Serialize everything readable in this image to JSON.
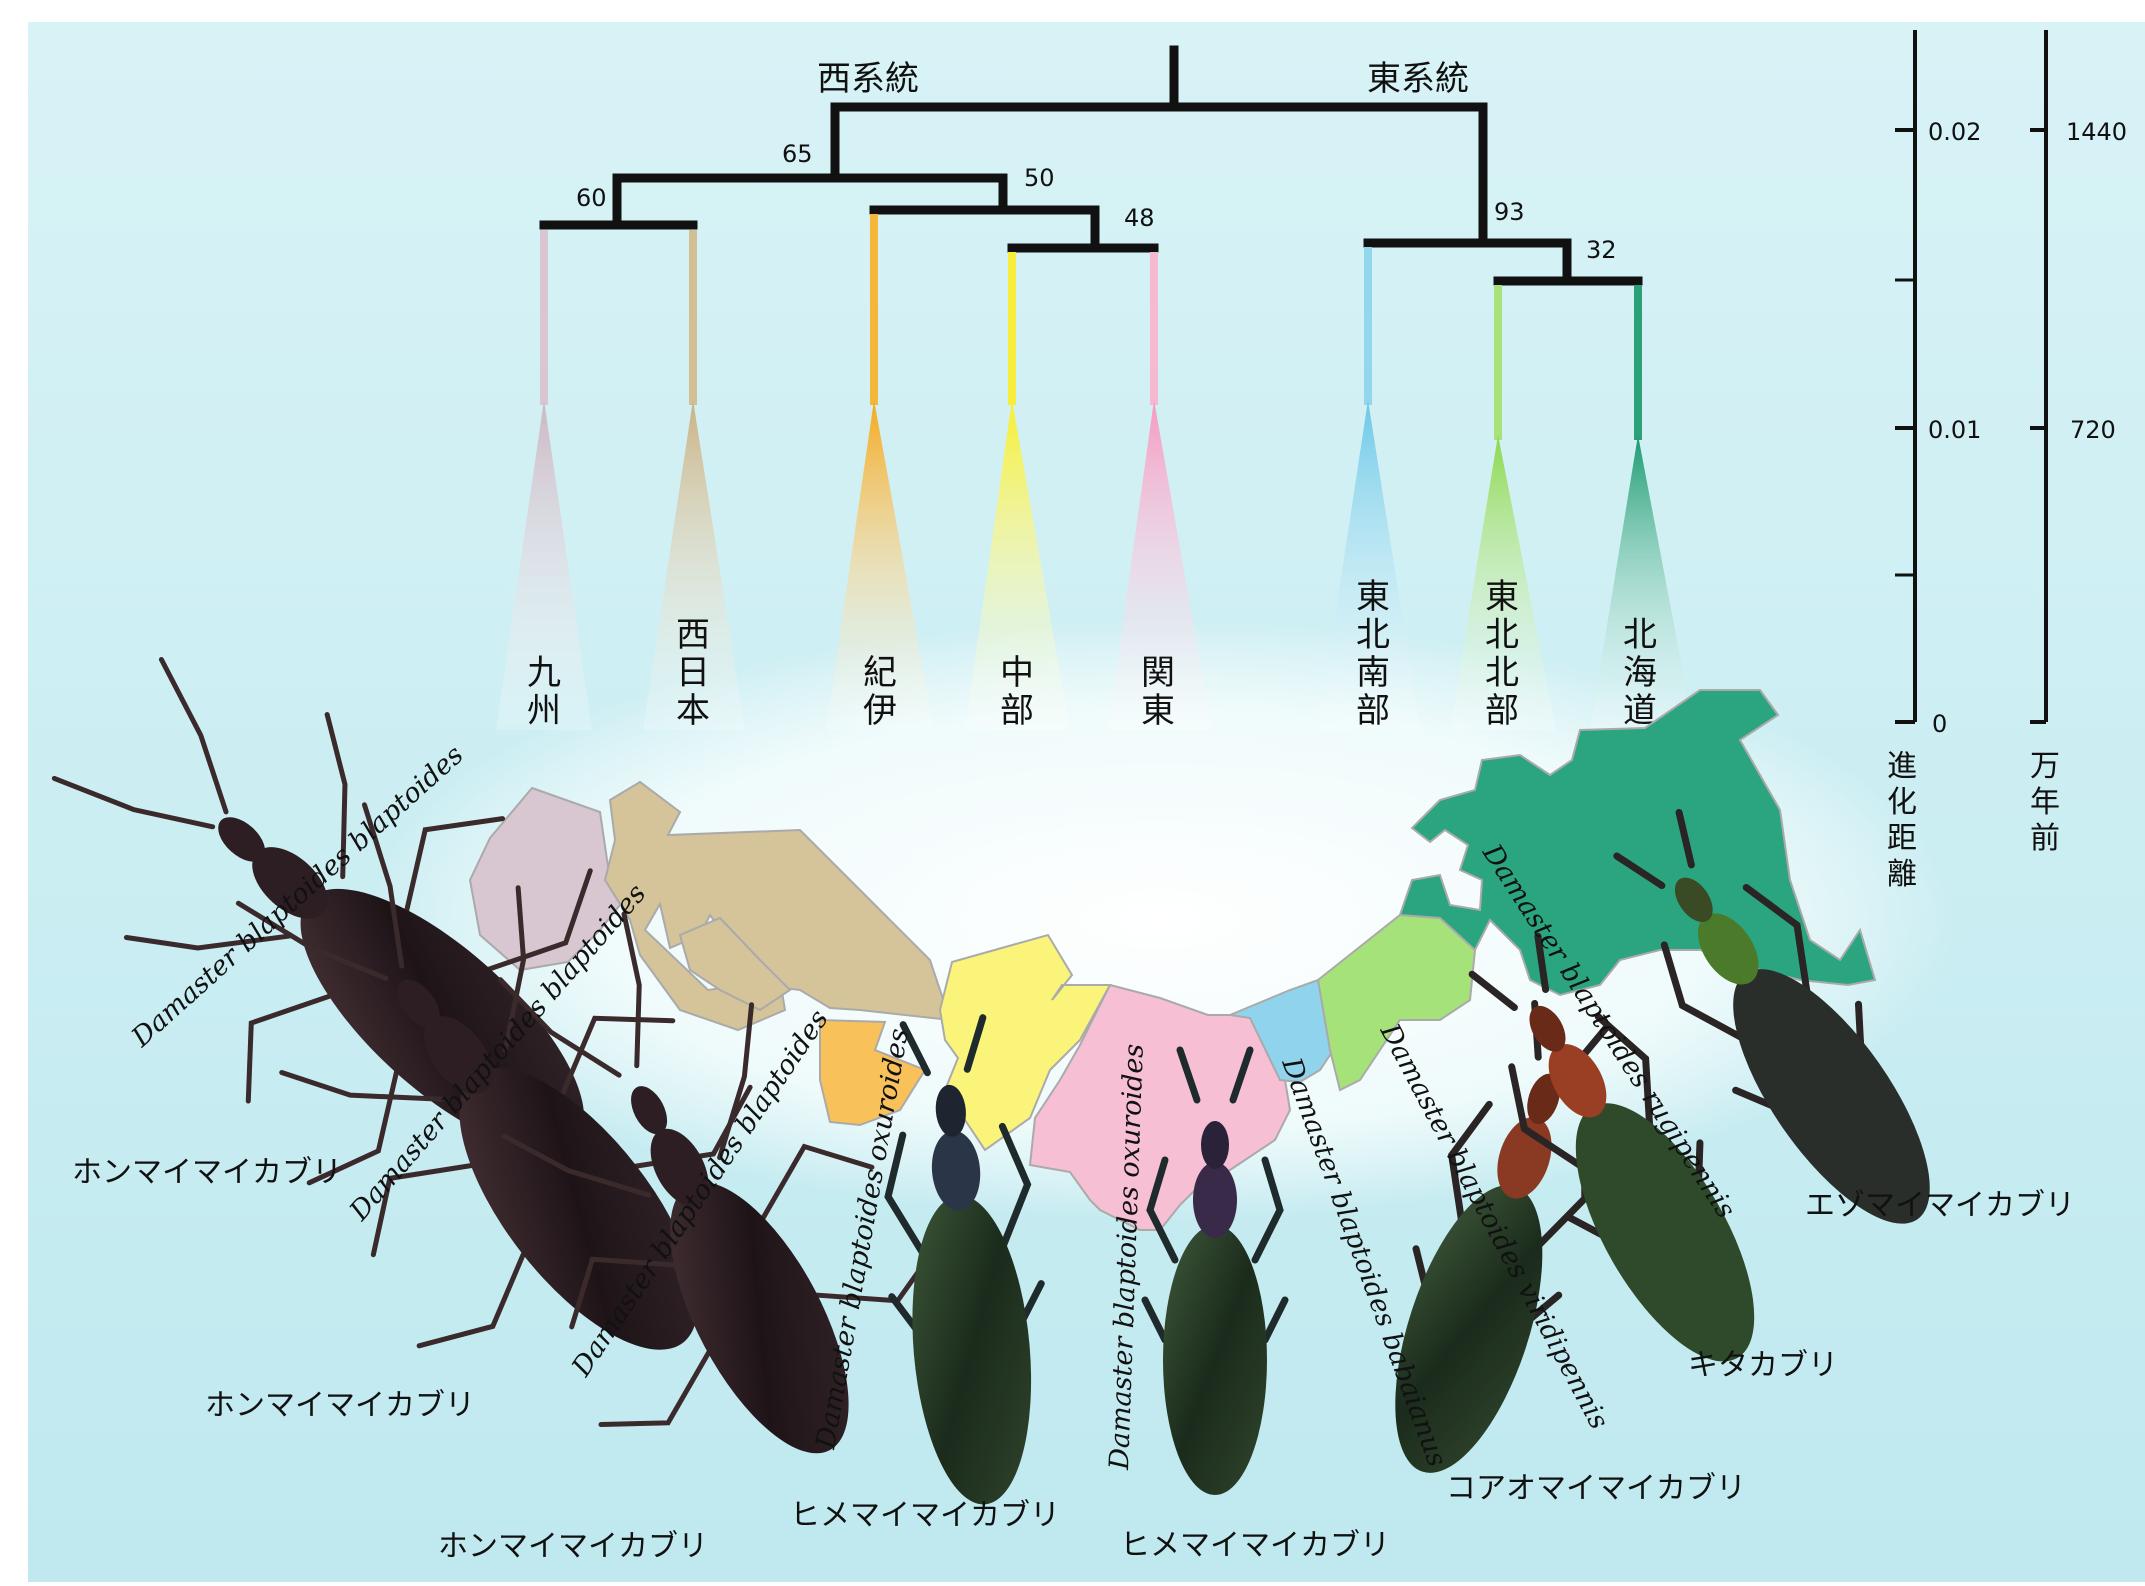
{
  "lineages": {
    "west": "西系統",
    "east": "東系統"
  },
  "bootstrap": [
    "60",
    "65",
    "50",
    "48",
    "93",
    "32"
  ],
  "clades": {
    "kyushu": [
      "九",
      "州"
    ],
    "nishinihon": [
      "西",
      "日",
      "本"
    ],
    "kii": [
      "紀",
      "伊"
    ],
    "chubu": [
      "中",
      "部"
    ],
    "kanto": [
      "関",
      "東"
    ],
    "tohoku_south": [
      "東",
      "北",
      "南",
      "部"
    ],
    "tohoku_north": [
      "東",
      "北",
      "北",
      "部"
    ],
    "hokkaido": [
      "北",
      "海",
      "道"
    ]
  },
  "scale_distance": {
    "ticks": [
      "0.02",
      "0.01",
      "0"
    ],
    "label": [
      "進",
      "化",
      "距",
      "離"
    ]
  },
  "scale_time": {
    "ticks": [
      "1440",
      "720"
    ],
    "label": [
      "万",
      "年",
      "前"
    ]
  },
  "species": [
    "Damaster blaptoides blaptoides",
    "Damaster blaptoides blaptoides",
    "Damaster blaptoides blaptoides",
    "Damaster blaptoides oxuroides",
    "Damaster blaptoides oxuroides",
    "Damaster blaptoides babaianus",
    "Damaster blaptoides viridipennis",
    "Damaster blaptoides rugipennis"
  ],
  "common_names": [
    "ホンマイマイカブリ",
    "ホンマイマイカブリ",
    "ホンマイマイカブリ",
    "ヒメマイマイカブリ",
    "ヒメマイマイカブリ",
    "コアオマイマイカブリ",
    "キタカブリ",
    "エゾマイマイカブリ"
  ],
  "colors": {
    "background": "#cdeef2",
    "kyushu": "#d9c9d3",
    "nishinihon": "#d6c49a",
    "kii": "#f6b84a",
    "chubu": "#fbf46a",
    "kanto": "#f7bed3",
    "tohoku_south": "#8fd4ec",
    "tohoku_north": "#a6e27a",
    "hokkaido": "#2aa57f",
    "beetle_dark": "#2a1c20",
    "beetle_green": "#243a26"
  }
}
